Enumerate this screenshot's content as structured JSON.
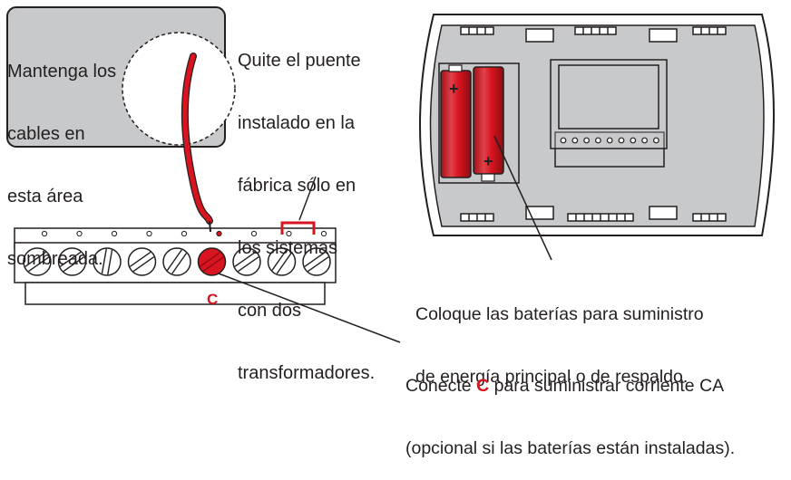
{
  "labels": {
    "shaded_area": [
      "Mantenga los",
      "cables en",
      "esta área",
      "sombreada."
    ],
    "jumper_note": [
      "Quite el puente",
      "instalado en la",
      "fábrica sólo en",
      "los sistemas",
      "con dos",
      "transformadores."
    ],
    "battery_note": [
      "Coloque las baterías para suministro",
      "de energía principal o de respaldo."
    ],
    "connect_note": {
      "prefix": "Conecte ",
      "terminal": "C",
      "suffix": " para suministrar corriente CA",
      "line2": "(opcional si las baterías están instaladas)."
    },
    "terminal_c": "C",
    "battery_plus": "+"
  },
  "colors": {
    "accent_red": "#d7141f",
    "gray_fill": "#c8c9cb",
    "outline": "#231f20"
  },
  "terminal_block": {
    "terminal_count": 9,
    "highlighted_terminal": 6,
    "screw_icon": "screw-icon",
    "c_screw_icon": "c-screw-icon"
  }
}
